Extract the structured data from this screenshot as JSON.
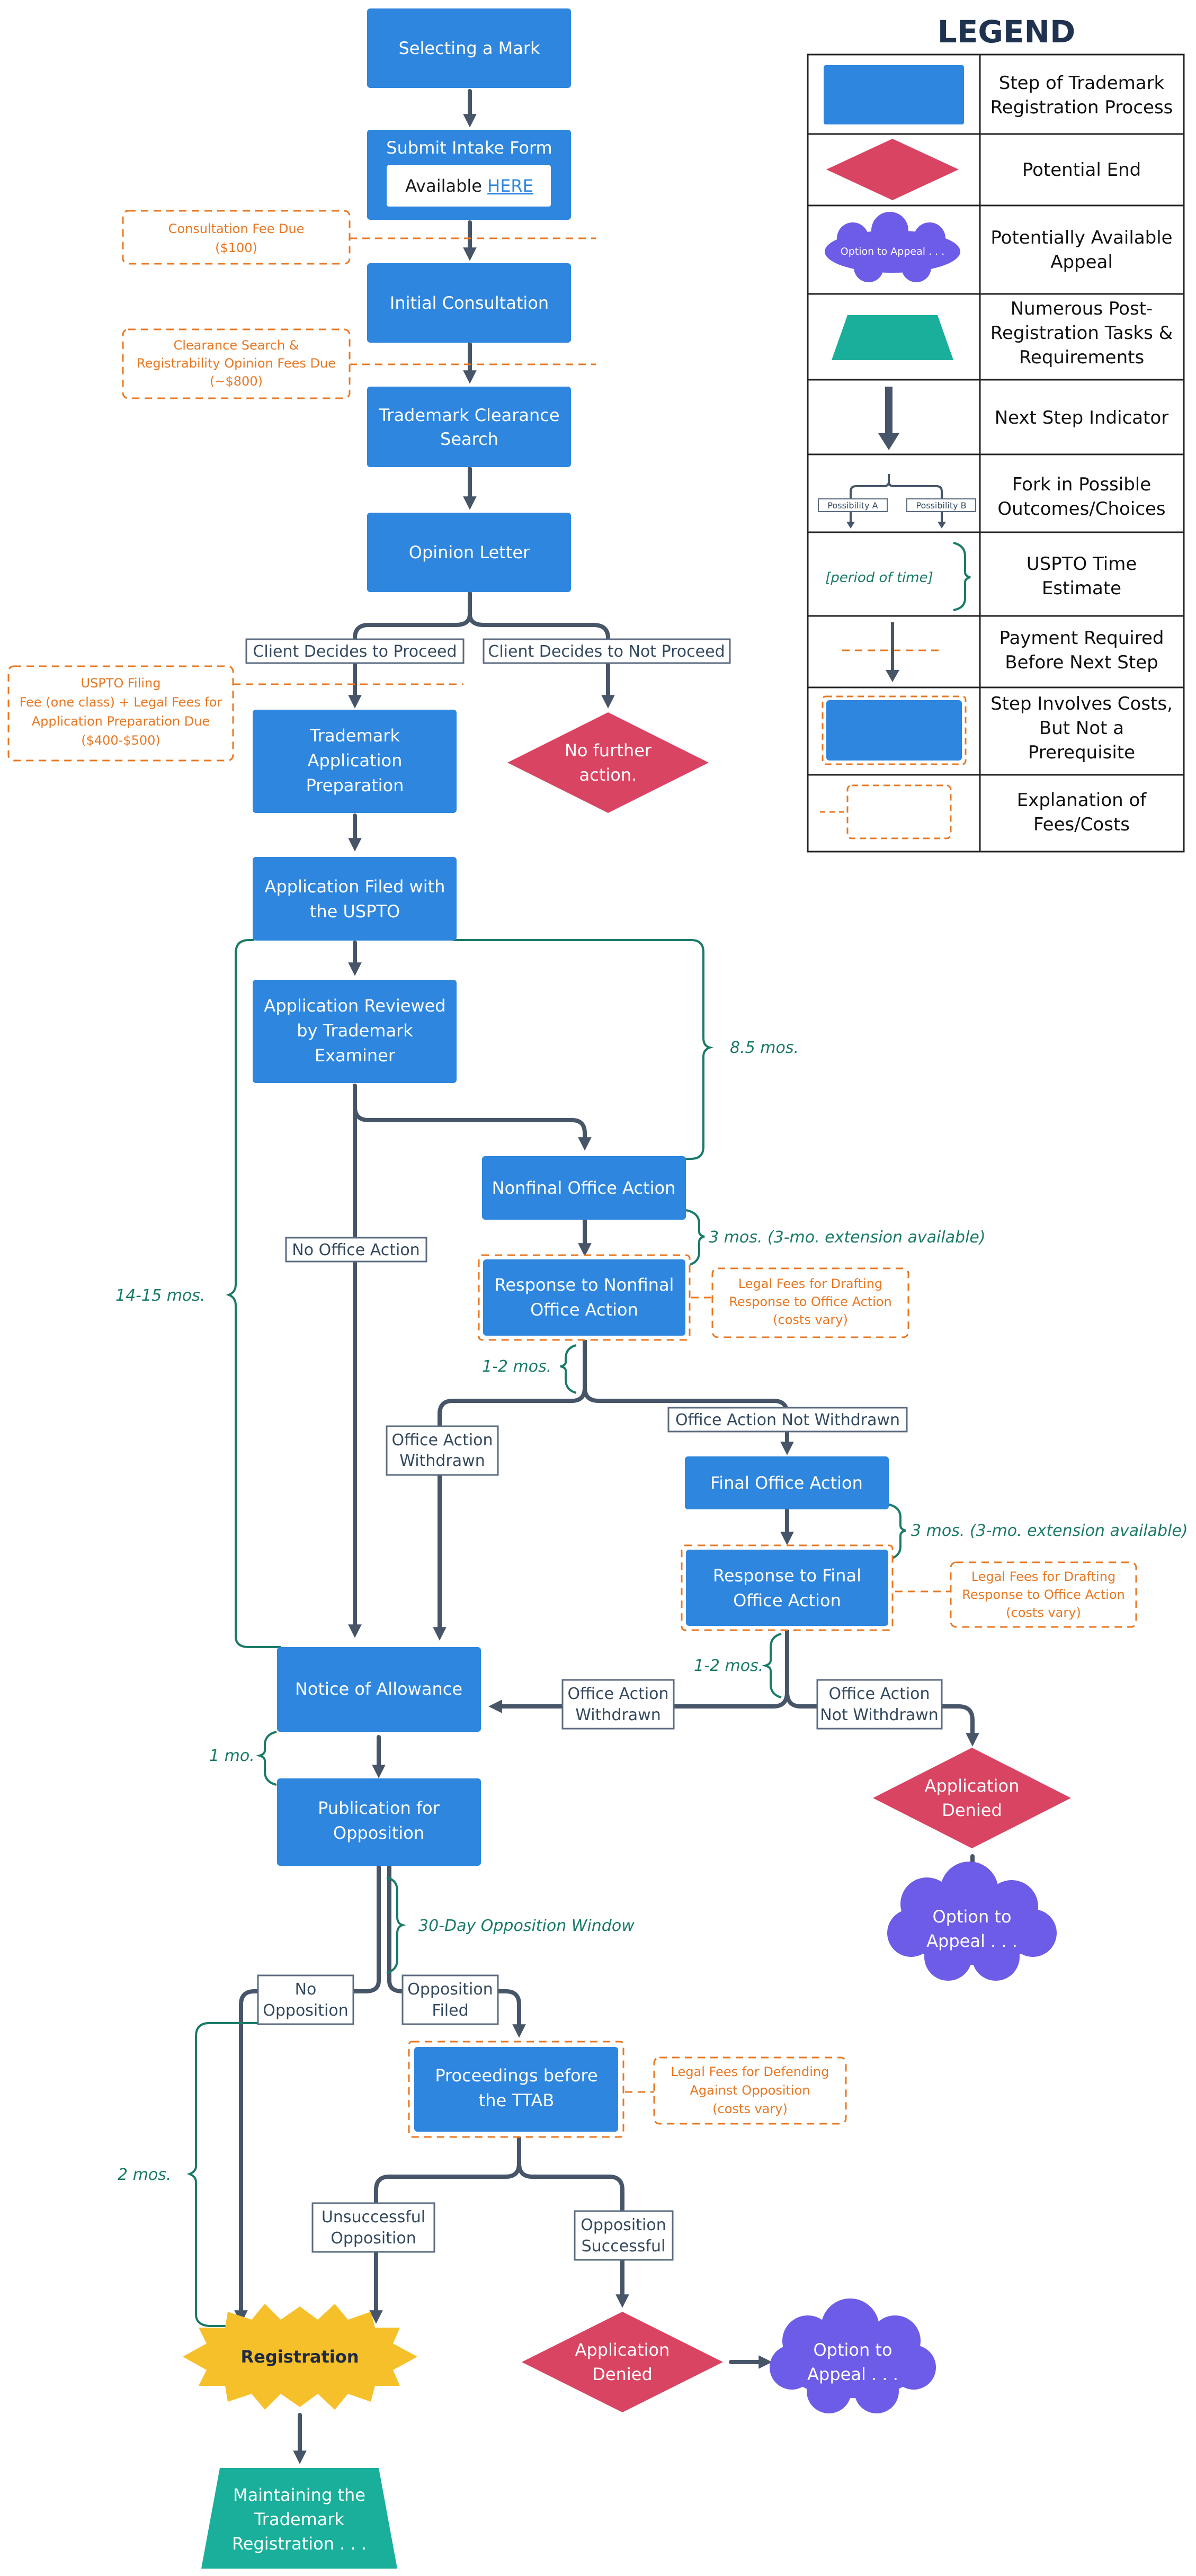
{
  "colors": {
    "step": "#2e86de",
    "end": "#d94462",
    "appeal": "#6c5ce7",
    "post": "#1aaf9a",
    "registration": "#f6c02b",
    "connector": "#475569",
    "time": "#1a7a68",
    "fee": "#e87722"
  },
  "steps": {
    "selecting_mark": "Selecting a Mark",
    "intake_form": "Submit Intake Form",
    "intake_available": "Available ",
    "intake_link": "HERE",
    "initial_consultation": "Initial Consultation",
    "clearance_1": "Trademark Clearance",
    "clearance_2": "Search",
    "opinion_letter": "Opinion Letter",
    "app_prep_1": "Trademark",
    "app_prep_2": "Application",
    "app_prep_3": "Preparation",
    "filed_1": "Application Filed with",
    "filed_2": "the USPTO",
    "reviewed_1": "Application Reviewed",
    "reviewed_2": "by Trademark",
    "reviewed_3": "Examiner",
    "nonfinal": "Nonfinal Office Action",
    "resp_nonfinal_1": "Response to Nonfinal",
    "resp_nonfinal_2": "Office Action",
    "final": "Final Office Action",
    "resp_final_1": "Response to Final",
    "resp_final_2": "Office Action",
    "allowance": "Notice of Allowance",
    "publication_1": "Publication for",
    "publication_2": "Opposition",
    "ttab_1": "Proceedings before",
    "ttab_2": "the TTAB"
  },
  "terminals": {
    "no_further_1": "No further",
    "no_further_2": "action.",
    "denied1_1": "Application",
    "denied1_2": "Denied",
    "appeal1_1": "Option to",
    "appeal1_2": "Appeal . . .",
    "denied2_1": "Application",
    "denied2_2": "Denied",
    "appeal2_1": "Option to",
    "appeal2_2": "Appeal . . .",
    "registration": "Registration",
    "maintain_1": "Maintaining the",
    "maintain_2": "Trademark",
    "maintain_3": "Registration . . ."
  },
  "choices": {
    "proceed": "Client Decides to Proceed",
    "not_proceed": "Client Decides to Not Proceed",
    "no_office_action": "No Office Action",
    "oa_withdrawn_1": "Office Action",
    "oa_withdrawn_2": "Withdrawn",
    "oa_not_withdrawn": "Office Action Not Withdrawn",
    "oa_withdrawn2_1": "Office Action",
    "oa_withdrawn2_2": "Withdrawn",
    "oa_not_withdrawn2_1": "Office Action",
    "oa_not_withdrawn2_2": "Not Withdrawn",
    "no_opposition_1": "No",
    "no_opposition_2": "Opposition",
    "opposition_filed_1": "Opposition",
    "opposition_filed_2": "Filed",
    "unsuccessful_1": "Unsuccessful",
    "unsuccessful_2": "Opposition",
    "successful_1": "Opposition",
    "successful_2": "Successful"
  },
  "times": {
    "t85": "8.5 mos.",
    "t1415": "14-15 mos.",
    "t3a": "3 mos. (3-mo. extension available)",
    "t12a": "1-2 mos.",
    "t3b": "3 mos. (3-mo. extension available)",
    "t12b": "1-2 mos.",
    "t1": "1 mo.",
    "t30": "30-Day Opposition Window",
    "t2": "2 mos."
  },
  "fees": {
    "consult_1": "Consultation Fee Due",
    "consult_2": "($100)",
    "clear_1": "Clearance Search &",
    "clear_2": "Registrability Opinion Fees Due",
    "clear_3": "(~$800)",
    "uspto_1": "USPTO Filing",
    "uspto_2": "Fee (one class) + Legal Fees for",
    "uspto_3": "Application Preparation Due",
    "uspto_4": "($400-$500)",
    "nonfinal_1": "Legal Fees for Drafting",
    "nonfinal_2": "Response to Office Action",
    "nonfinal_3": "(costs vary)",
    "final_1": "Legal Fees for Drafting",
    "final_2": "Response to Office Action",
    "final_3": "(costs vary)",
    "ttab_1": "Legal Fees for Defending",
    "ttab_2": "Against Opposition",
    "ttab_3": "(costs vary)"
  },
  "legend": {
    "title": "LEGEND",
    "r1_1": "Step of Trademark",
    "r1_2": "Registration Process",
    "r2": "Potential End",
    "r3_1": "Potentially Available",
    "r3_2": "Appeal",
    "r3_icon": "Option to Appeal . . .",
    "r4_1": "Numerous Post-",
    "r4_2": "Registration Tasks &",
    "r4_3": "Requirements",
    "r5": "Next Step Indicator",
    "r6_1": "Fork in Possible",
    "r6_2": "Outcomes/Choices",
    "r6_a": "Possibility A",
    "r6_b": "Possibility B",
    "r7_1": "USPTO Time",
    "r7_2": "Estimate",
    "r7_icon": "[period of time]",
    "r8_1": "Payment Required",
    "r8_2": "Before Next Step",
    "r9_1": "Step Involves Costs,",
    "r9_2": "But Not a",
    "r9_3": "Prerequisite",
    "r10_1": "Explanation of",
    "r10_2": "Fees/Costs"
  }
}
